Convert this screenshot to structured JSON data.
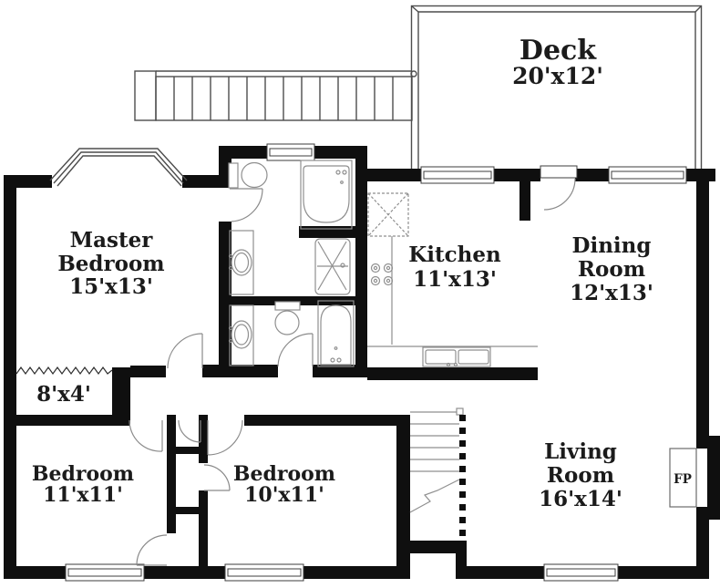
{
  "plan_title": "floor-plan",
  "colors": {
    "wall": "#0f0f0f",
    "fixture_line": "#8f8f8f",
    "outline": "#4d4d4d",
    "text": "#1b1b1b",
    "background": "#ffffff"
  },
  "rooms": {
    "deck": {
      "name": "Deck",
      "dims": "20'x12'"
    },
    "master_bedroom": {
      "line1": "Master",
      "line2": "Bedroom",
      "dims": "15'x13'"
    },
    "kitchen": {
      "name": "Kitchen",
      "dims": "11'x13'"
    },
    "dining_room": {
      "line1": "Dining",
      "line2": "Room",
      "dims": "12'x13'"
    },
    "living_room": {
      "line1": "Living",
      "line2": "Room",
      "dims": "16'x14'"
    },
    "closet": {
      "dims": "8'x4'"
    },
    "bedroom_left": {
      "name": "Bedroom",
      "dims": "11'x11'"
    },
    "bedroom_middle": {
      "name": "Bedroom",
      "dims": "10'x11'"
    },
    "fireplace": {
      "abbr": "FP"
    }
  }
}
